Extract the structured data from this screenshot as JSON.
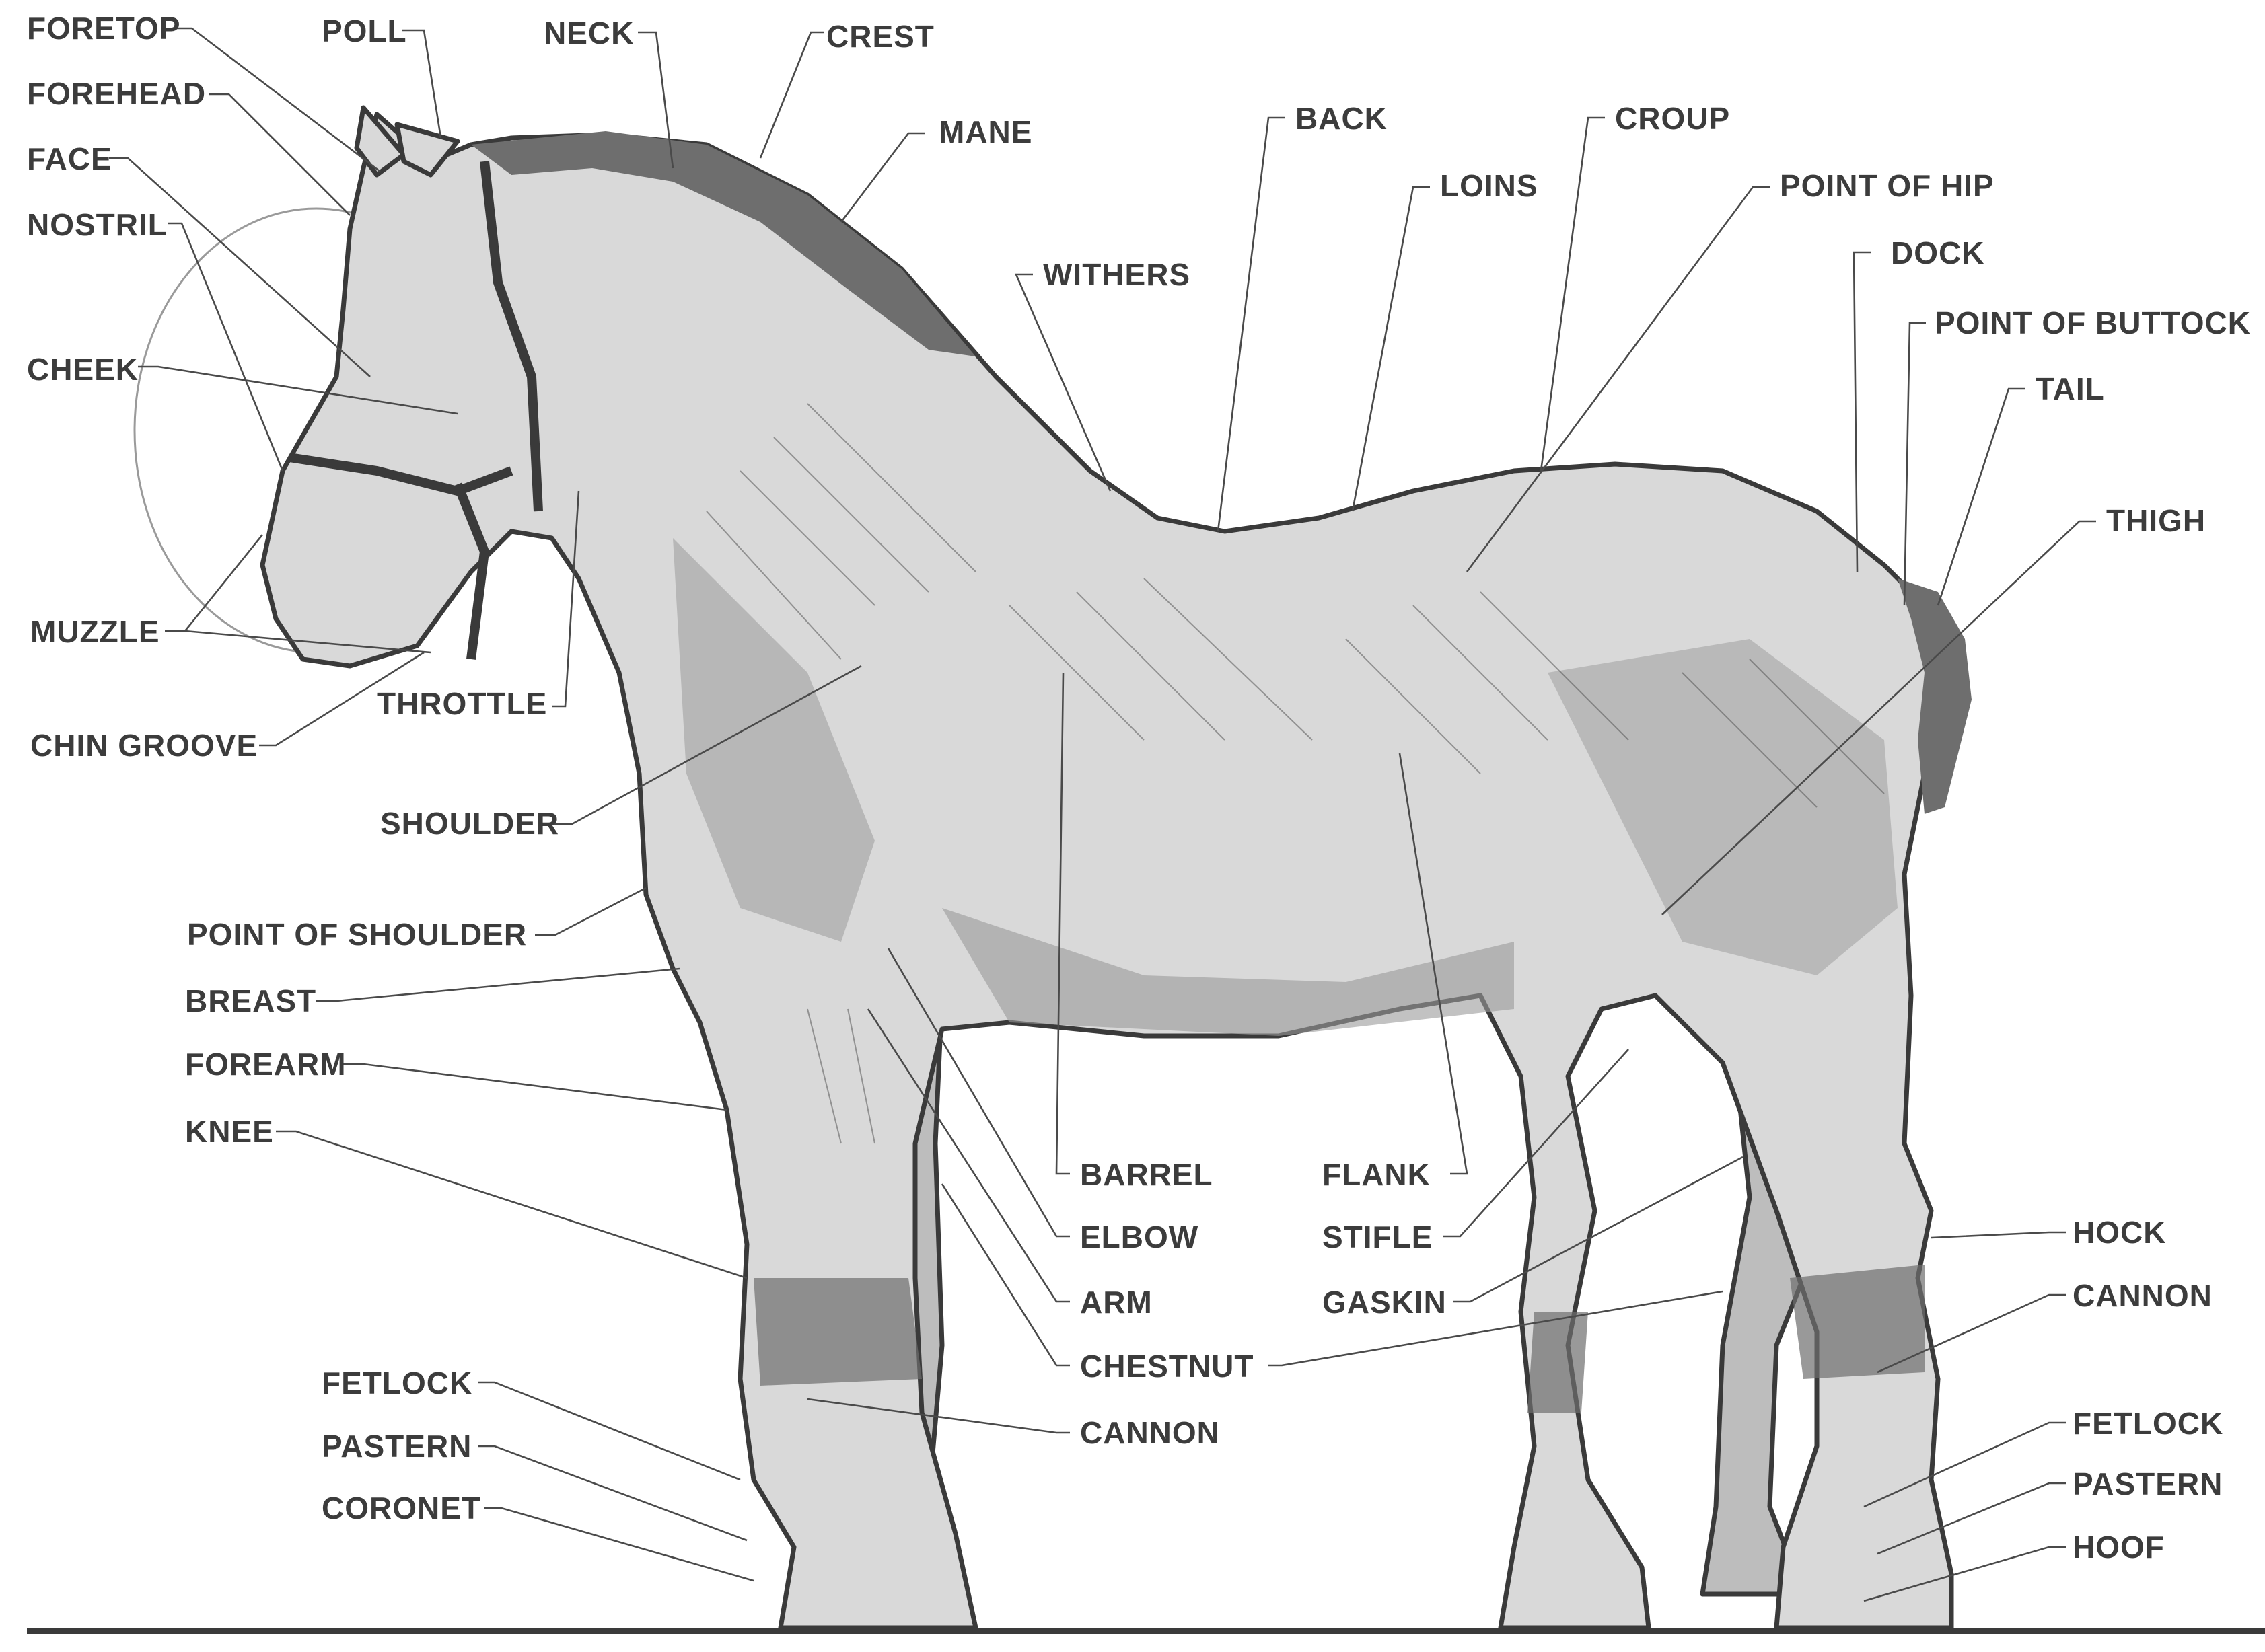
{
  "labels": {
    "foretop": "FORETOP",
    "poll": "POLL",
    "neck": "NECK",
    "crest": "CREST",
    "forehead": "FOREHEAD",
    "face": "FACE",
    "nostril": "NOSTRIL",
    "mane": "MANE",
    "back": "BACK",
    "croup": "CROUP",
    "loins": "LOINS",
    "point_of_hip": "POINT OF HIP",
    "withers": "WITHERS",
    "dock": "DOCK",
    "point_of_buttock": "POINT OF BUTTOCK",
    "cheek": "CHEEK",
    "tail": "TAIL",
    "thigh": "THIGH",
    "muzzle": "MUZZLE",
    "throttle": "THROTTLE",
    "chin_groove": "CHIN GROOVE",
    "shoulder": "SHOULDER",
    "point_of_shoulder": "POINT OF SHOULDER",
    "breast": "BREAST",
    "forearm": "FOREARM",
    "knee": "KNEE",
    "barrel": "BARREL",
    "flank": "FLANK",
    "elbow": "ELBOW",
    "stifle": "STIFLE",
    "hock": "HOCK",
    "arm": "ARM",
    "gaskin": "GASKIN",
    "cannon_rear": "CANNON",
    "chestnut": "CHESTNUT",
    "fetlock_front": "FETLOCK",
    "cannon_front": "CANNON",
    "fetlock_rear": "FETLOCK",
    "pastern_front": "PASTERN",
    "pastern_rear": "PASTERN",
    "coronet": "CORONET",
    "hoof": "HOOF"
  },
  "colors": {
    "ink": "#3c3c3c",
    "coat": "#d9d9d9",
    "shade": "#6e6e6e",
    "background": "#ffffff"
  }
}
